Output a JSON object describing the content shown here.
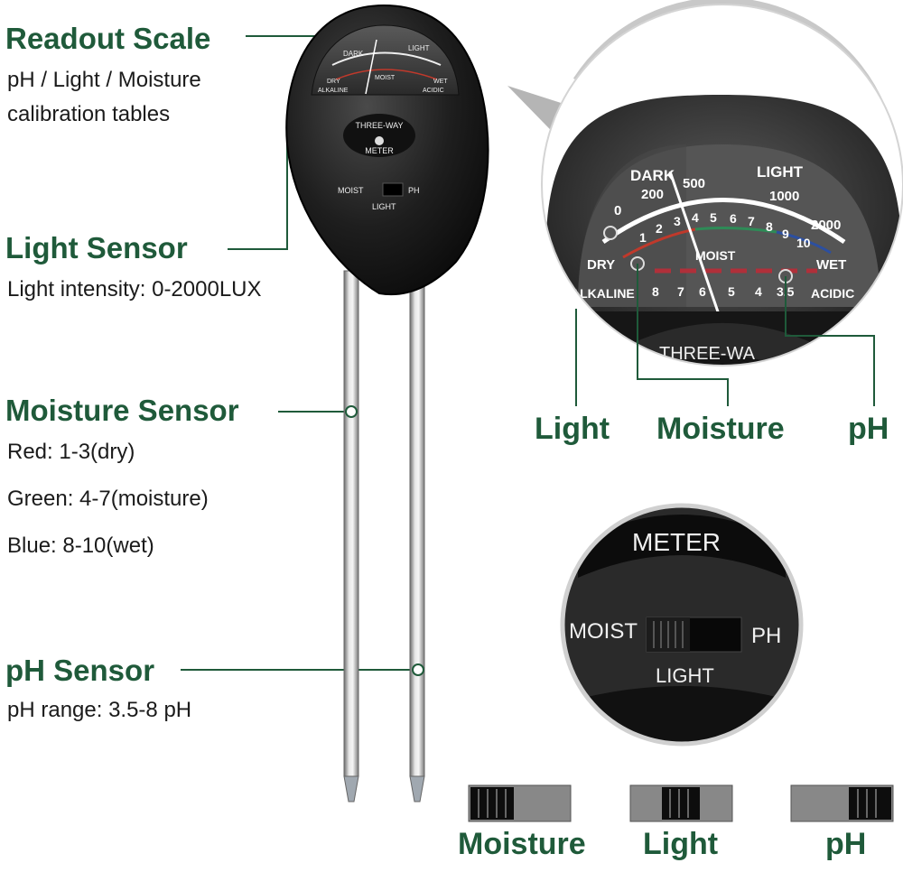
{
  "annotations": {
    "readout": {
      "title": "Readout Scale",
      "line1": "pH / Light / Moisture",
      "line2": "calibration tables"
    },
    "light": {
      "title": "Light Sensor",
      "line1": "Light intensity: 0-2000LUX"
    },
    "moisture": {
      "title": "Moisture Sensor",
      "line1": "Red: 1-3(dry)",
      "line2": "Green: 4-7(moisture)",
      "line3": "Blue: 8-10(wet)"
    },
    "ph": {
      "title": "pH Sensor",
      "line1": "pH range: 3.5-8 pH"
    }
  },
  "device": {
    "face_text_top": "THREE-WAY",
    "face_text_bottom": "METER",
    "switch_left": "MOIST",
    "switch_right": "PH",
    "switch_bottom": "LIGHT",
    "small_scale": {
      "dark": "DARK",
      "light": "LIGHT",
      "dry": "DRY",
      "moist": "MOIST",
      "wet": "WET",
      "alkaline": "ALKALINE",
      "acidic": "ACIDIC"
    }
  },
  "zoom_dial": {
    "dark": "DARK",
    "light": "LIGHT",
    "dry": "DRY",
    "wet": "WET",
    "moist": "MOIST",
    "alkaline": "ALKALINE",
    "acidic": "ACIDIC",
    "light_scale": [
      "0",
      "200",
      "500",
      "1000",
      "2000"
    ],
    "moist_scale": [
      "1",
      "2",
      "3",
      "4",
      "5",
      "6",
      "7",
      "8",
      "9",
      "10"
    ],
    "ph_scale": [
      "8",
      "7",
      "6",
      "5",
      "4",
      "3.5"
    ],
    "arc_text": "THREE-WA",
    "labels": {
      "light": "Light",
      "moisture": "Moisture",
      "ph": "pH"
    }
  },
  "zoom_switch": {
    "arc_text": "METER",
    "left": "MOIST",
    "right": "PH",
    "bottom": "LIGHT"
  },
  "switch_positions": [
    "Moisture",
    "Light",
    "pH"
  ],
  "colors": {
    "accent": "#1f5a3a",
    "dry": "#c0392b",
    "moist": "#2e8b57",
    "wet": "#2c4fa0"
  }
}
